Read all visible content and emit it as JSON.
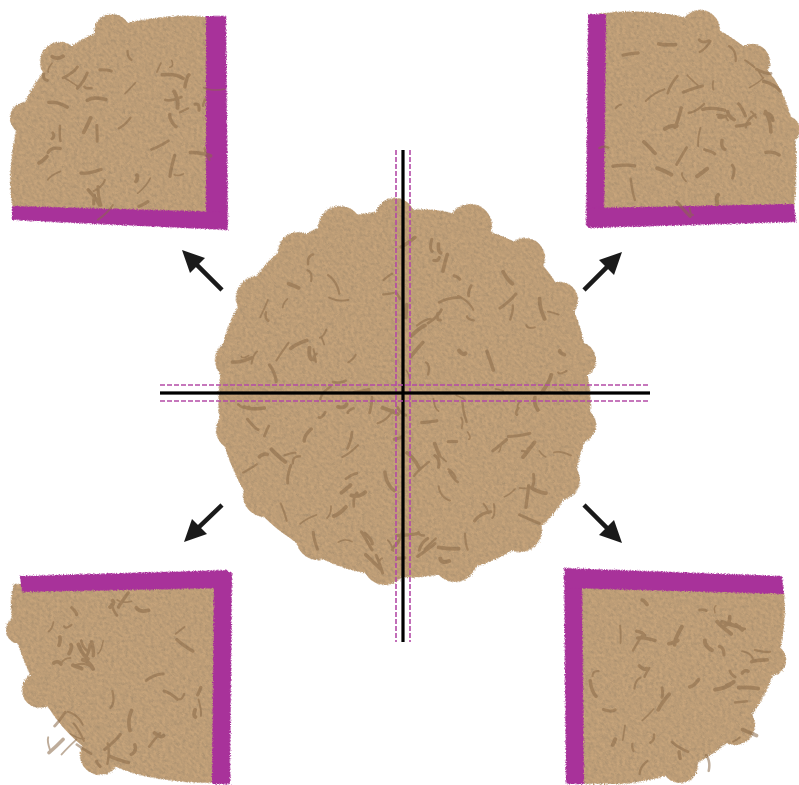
{
  "colors": {
    "background": "#ffffff",
    "protein_surface": "#c8a57c",
    "protein_shadow": "#8a6a48",
    "protein_highlight": "#e3c9a3",
    "cut_face": "#a8309a",
    "cut_plane_center": "#000000",
    "cut_plane_offset": "#b34aa6",
    "arrow": "#1a1a1a"
  },
  "figure": {
    "center_object": "whole-particle",
    "cut_planes": [
      "vertical-cut-plane",
      "horizontal-cut-plane"
    ],
    "quadrants": [
      "top-left-quadrant",
      "top-right-quadrant",
      "bottom-left-quadrant",
      "bottom-right-quadrant"
    ],
    "arrows": [
      "arrow-to-top-left",
      "arrow-to-top-right",
      "arrow-to-bottom-left",
      "arrow-to-bottom-right"
    ]
  }
}
